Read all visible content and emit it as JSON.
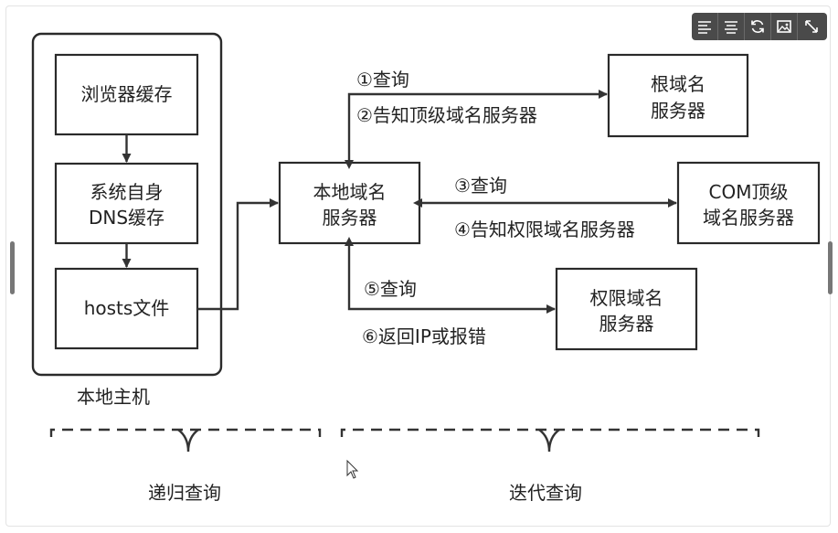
{
  "toolbar": {
    "buttons": [
      {
        "icon": "align-left-icon"
      },
      {
        "icon": "align-center-icon"
      },
      {
        "icon": "refresh-icon"
      },
      {
        "icon": "image-icon"
      },
      {
        "icon": "fullscreen-icon"
      }
    ]
  },
  "diagram": {
    "local_host": {
      "label": "本地主机",
      "browser_cache": "浏览器缓存",
      "system_dns_line1": "系统自身",
      "system_dns_line2": "DNS缓存",
      "hosts_file": "hosts文件"
    },
    "local_dns": {
      "line1": "本地域名",
      "line2": "服务器"
    },
    "root_dns": {
      "line1": "根域名",
      "line2": "服务器"
    },
    "com_dns": {
      "line1": "COM顶级",
      "line2": "域名服务器"
    },
    "auth_dns": {
      "line1": "权限域名",
      "line2": "服务器"
    },
    "steps": {
      "s1": "①查询",
      "s2": "②告知顶级域名服务器",
      "s3": "③查询",
      "s4": "④告知权限域名服务器",
      "s5": "⑤查询",
      "s6": "⑥返回IP或报错"
    },
    "recursive_query": "递归查询",
    "iterative_query": "迭代查询"
  }
}
